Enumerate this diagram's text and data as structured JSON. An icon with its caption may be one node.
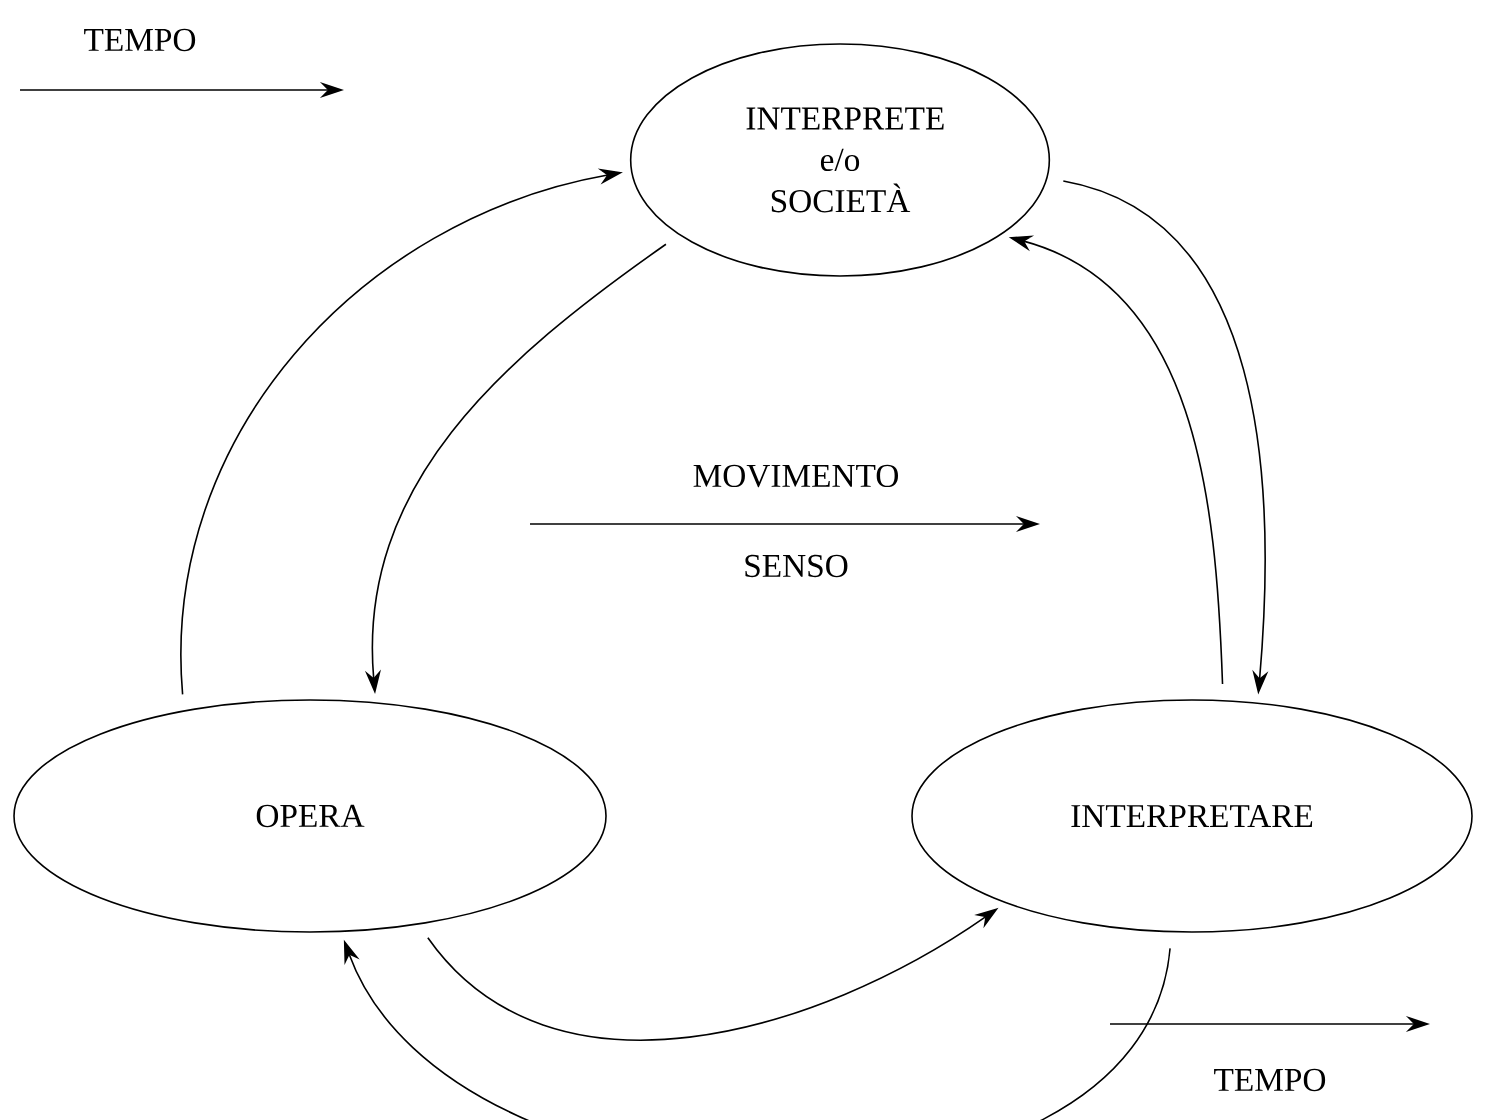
{
  "diagram": {
    "nodes": [
      {
        "text": [
          "INTERPRETE e/o SOCIETÀ"
        ]
      },
      {
        "text": [
          "OPERA"
        ]
      },
      {
        "text": [
          "INTERPRETARE"
        ]
      }
    ],
    "edges": [
      {
        "from": 1,
        "to": 0,
        "arrow": "to"
      },
      {
        "from": 0,
        "to": 1,
        "arrow": "to"
      },
      {
        "from": 0,
        "to": 2,
        "arrow": "to"
      },
      {
        "from": 2,
        "to": 0,
        "arrow": "to"
      },
      {
        "from": 1,
        "to": 2,
        "arrow": "to"
      },
      {
        "from": 2,
        "to": 1,
        "arrow": "to"
      }
    ],
    "labels": [
      "TEMPO",
      "MOVIMENTO",
      "SENSO",
      "TEMPO"
    ]
  }
}
